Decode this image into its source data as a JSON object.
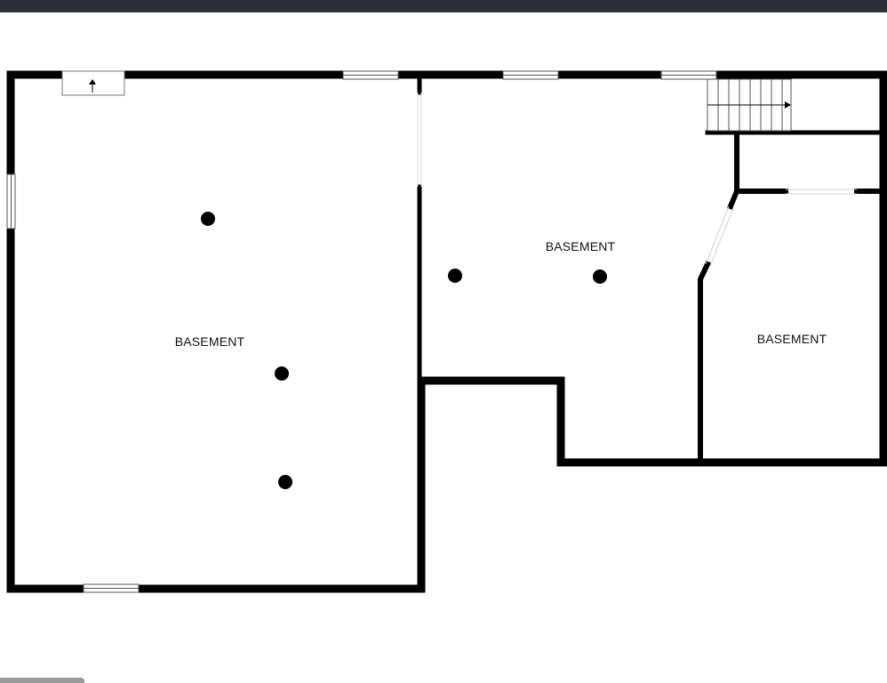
{
  "floor_plan": {
    "rooms": [
      {
        "id": "left",
        "label": "BASEMENT"
      },
      {
        "id": "center",
        "label": "BASEMENT"
      },
      {
        "id": "right",
        "label": "BASEMENT"
      }
    ],
    "colors": {
      "wall": "#000000",
      "background": "#ffffff",
      "top_bar": "#2b2e35"
    }
  }
}
